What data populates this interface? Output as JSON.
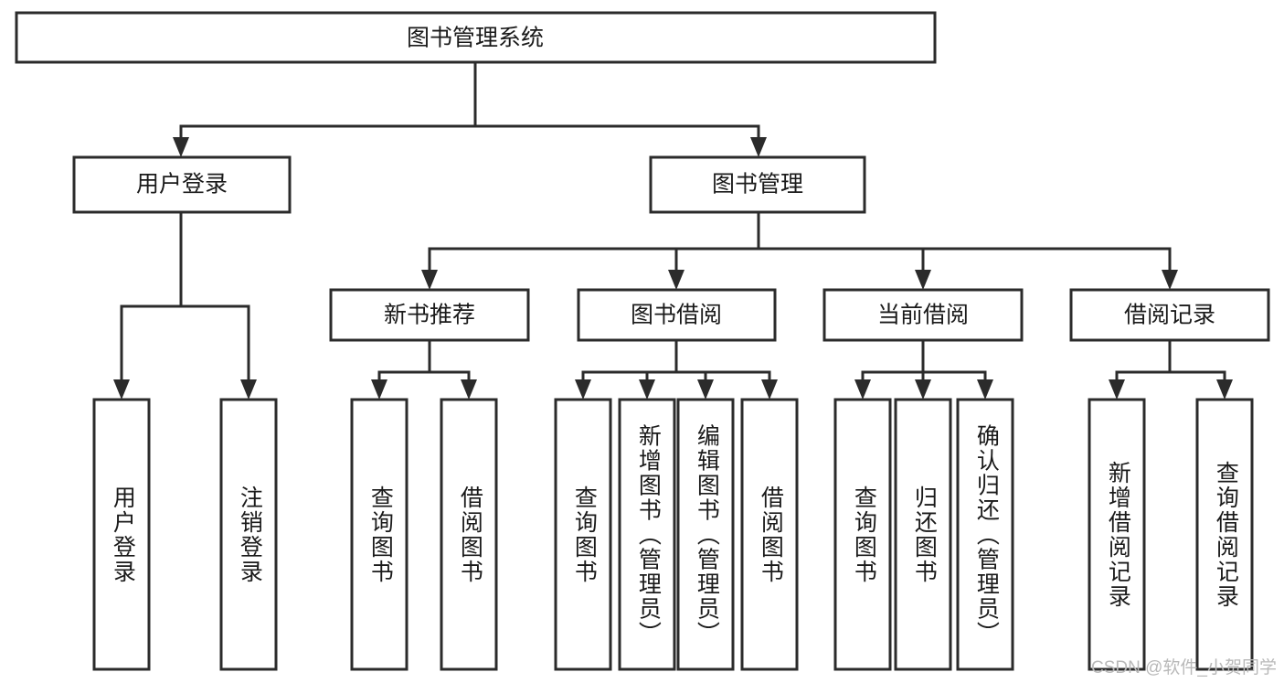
{
  "diagram": {
    "title": "图书管理系统",
    "type": "hierarchy-tree",
    "colors": {
      "background": "#ffffff",
      "box_fill": "#ffffff",
      "box_stroke": "#2b2b2b",
      "connector": "#2b2b2b",
      "text": "#1a1a1a",
      "watermark": "#b9b9b9"
    },
    "levels": {
      "root": {
        "label": "图书管理系统"
      },
      "level2": [
        {
          "label": "用户登录"
        },
        {
          "label": "图书管理"
        }
      ],
      "level3": [
        {
          "label": "新书推荐"
        },
        {
          "label": "图书借阅"
        },
        {
          "label": "当前借阅"
        },
        {
          "label": "借阅记录"
        }
      ],
      "leaves": {
        "user_login": [
          {
            "label": "用户登录"
          },
          {
            "label": "注销登录"
          }
        ],
        "new_book_recommend": [
          {
            "label": "查询图书"
          },
          {
            "label": "借阅图书"
          }
        ],
        "book_borrow": [
          {
            "label": "查询图书"
          },
          {
            "label": "新增图书（管理员）"
          },
          {
            "label": "编辑图书（管理员）"
          },
          {
            "label": "借阅图书"
          }
        ],
        "current_borrow": [
          {
            "label": "查询图书"
          },
          {
            "label": "归还图书"
          },
          {
            "label": "确认归还（管理员）"
          }
        ],
        "borrow_records": [
          {
            "label": "新增借阅记录"
          },
          {
            "label": "查询借阅记录"
          }
        ]
      }
    }
  },
  "watermark": {
    "text": "CSDN @软件_小贺同学"
  }
}
